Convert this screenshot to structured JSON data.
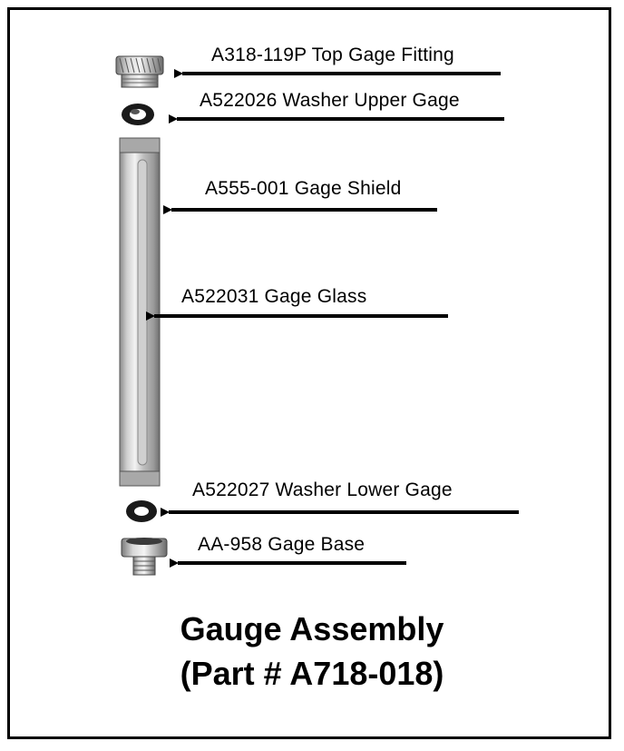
{
  "title_line1": "Gauge Assembly",
  "title_line2": "(Part # A718-018)",
  "parts": [
    {
      "id": "top-gage-fitting",
      "label": "A318-119P Top Gage Fitting"
    },
    {
      "id": "washer-upper-gage",
      "label": "A522026 Washer Upper Gage"
    },
    {
      "id": "gage-shield",
      "label": "A555-001 Gage Shield"
    },
    {
      "id": "gage-glass",
      "label": "A522031 Gage Glass"
    },
    {
      "id": "washer-lower-gage",
      "label": "A522027 Washer Lower Gage"
    },
    {
      "id": "gage-base",
      "label": "AA-958 Gage Base"
    }
  ]
}
